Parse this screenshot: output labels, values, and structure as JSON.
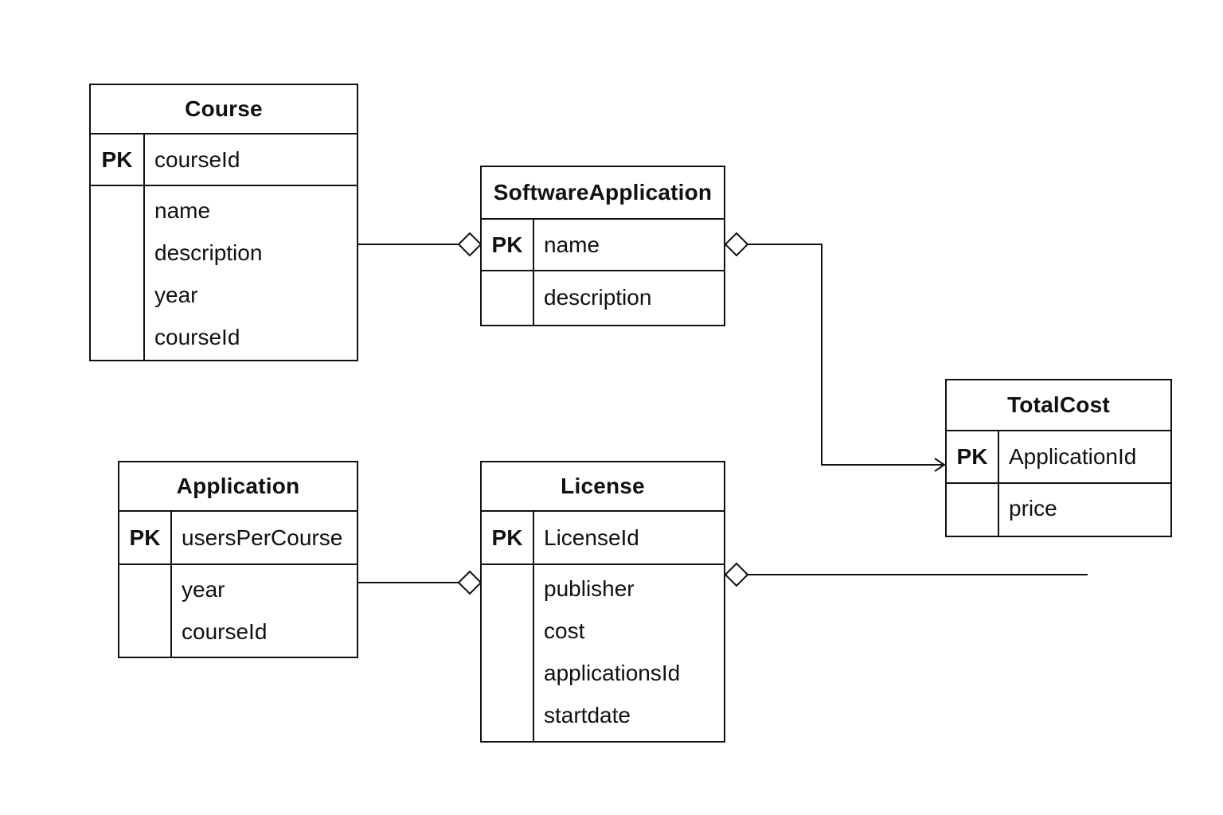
{
  "entities": {
    "course": {
      "name": "Course",
      "pk_label": "PK",
      "pk": "courseId",
      "attributes": [
        "name",
        "description",
        "year",
        "courseId"
      ]
    },
    "software_application": {
      "name": "SoftwareApplication",
      "pk_label": "PK",
      "pk": "name",
      "attributes": [
        "description"
      ]
    },
    "total_cost": {
      "name": "TotalCost",
      "pk_label": "PK",
      "pk": "ApplicationId",
      "attributes": [
        "price"
      ]
    },
    "application": {
      "name": "Application",
      "pk_label": "PK",
      "pk": "usersPerCourse",
      "attributes": [
        "year",
        "courseId"
      ]
    },
    "license": {
      "name": "License",
      "pk_label": "PK",
      "pk": "LicenseId",
      "attributes": [
        "publisher",
        "cost",
        "applicationsId",
        "startdate"
      ]
    }
  },
  "relationships": [
    {
      "from": "Course",
      "to": "SoftwareApplication",
      "marker": "diamond"
    },
    {
      "from": "SoftwareApplication",
      "to": "TotalCost",
      "marker": "diamond-to-arrow"
    },
    {
      "from": "Application",
      "to": "License",
      "marker": "diamond"
    },
    {
      "from": "License",
      "to": "",
      "marker": "diamond"
    }
  ],
  "colors": {
    "line": "#111111",
    "background": "#ffffff"
  }
}
